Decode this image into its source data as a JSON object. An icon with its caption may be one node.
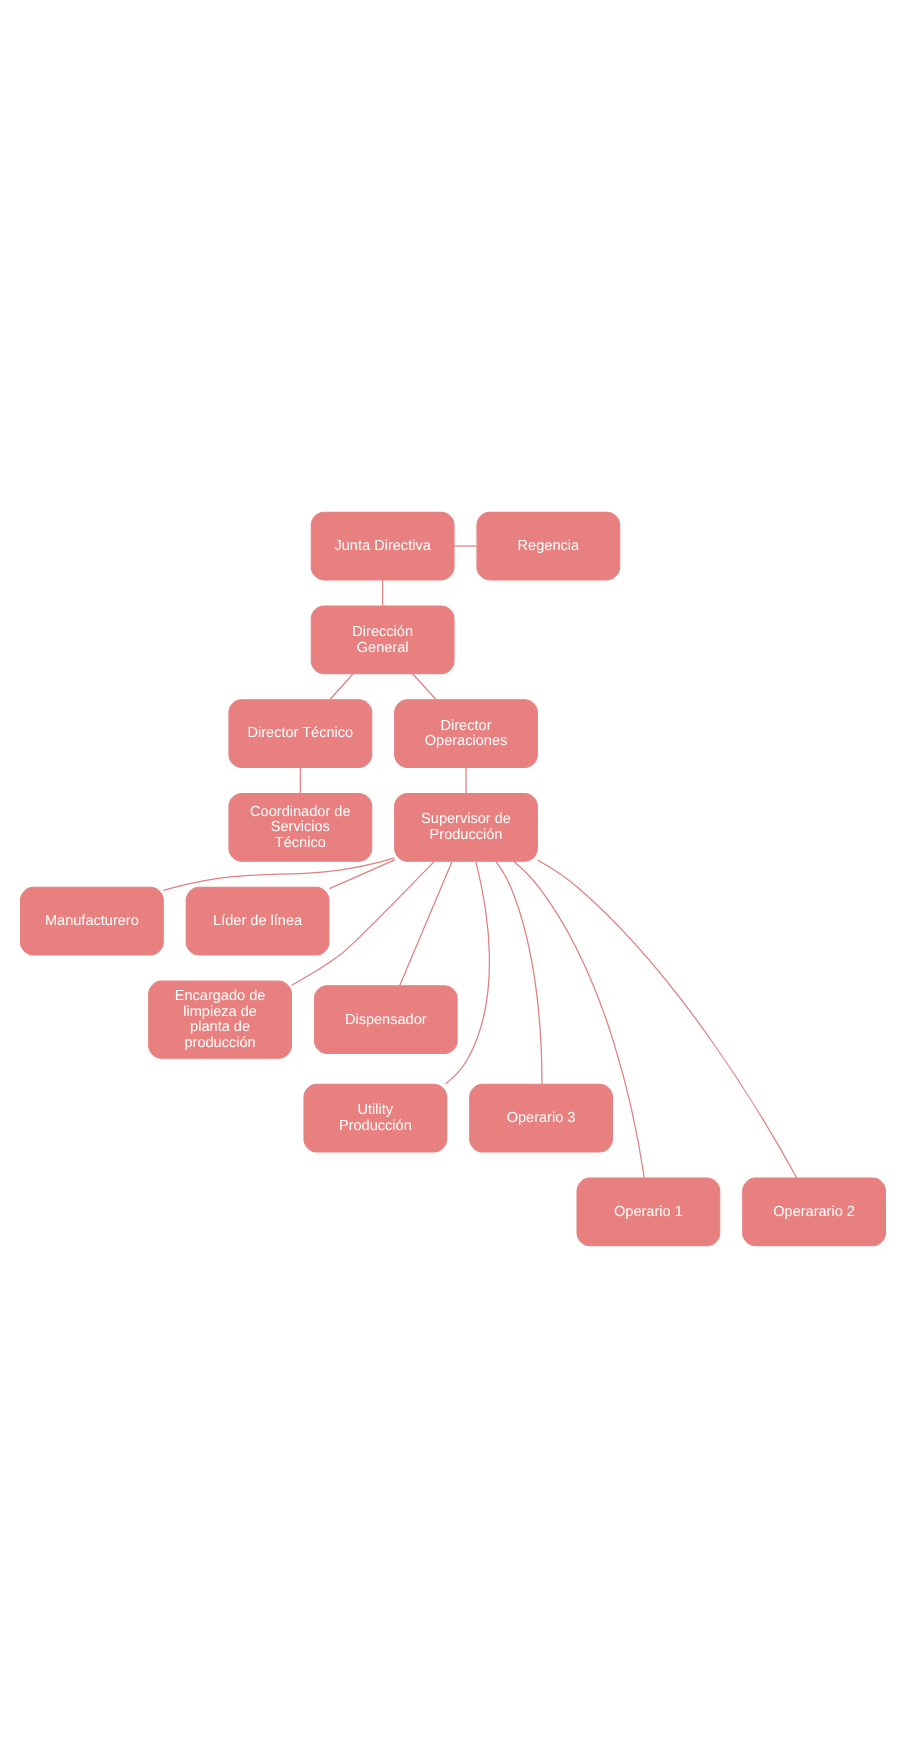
{
  "diagram": {
    "nodes": [
      {
        "text": [
          "Junta Directiva"
        ]
      },
      {
        "text": [
          "Regencia"
        ]
      },
      {
        "text": [
          "Dirección General"
        ]
      },
      {
        "text": [
          "Director Técnico"
        ]
      },
      {
        "text": [
          "Director Operaciones"
        ]
      },
      {
        "text": [
          "Coordinador de Servicios Técnico"
        ]
      },
      {
        "text": [
          "Supervisor de Producción"
        ]
      },
      {
        "text": [
          "Manufacturero"
        ]
      },
      {
        "text": [
          "Líder de línea"
        ]
      },
      {
        "text": [
          "Encargado de limpieza de planta de producción"
        ]
      },
      {
        "text": [
          "Dispensador"
        ]
      },
      {
        "text": [
          "Utility Producción"
        ]
      },
      {
        "text": [
          "Operario 3"
        ]
      },
      {
        "text": [
          "Operario 1"
        ]
      },
      {
        "text": [
          "Operarario 2"
        ]
      }
    ],
    "edges": [
      {
        "from": 0,
        "to": 2,
        "arrow": "none"
      },
      {
        "from": 0,
        "to": 1,
        "arrow": "none"
      },
      {
        "from": 2,
        "to": 3,
        "arrow": "none"
      },
      {
        "from": 2,
        "to": 4,
        "arrow": "none"
      },
      {
        "from": 3,
        "to": 5,
        "arrow": "none"
      },
      {
        "from": 4,
        "to": 6,
        "arrow": "none"
      },
      {
        "from": 6,
        "to": 7,
        "arrow": "none"
      },
      {
        "from": 6,
        "to": 8,
        "arrow": "none"
      },
      {
        "from": 6,
        "to": 9,
        "arrow": "none"
      },
      {
        "from": 6,
        "to": 10,
        "arrow": "none"
      },
      {
        "from": 6,
        "to": 11,
        "arrow": "none"
      },
      {
        "from": 6,
        "to": 12,
        "arrow": "none"
      },
      {
        "from": 6,
        "to": 13,
        "arrow": "none"
      },
      {
        "from": 6,
        "to": 14,
        "arrow": "none"
      }
    ]
  }
}
